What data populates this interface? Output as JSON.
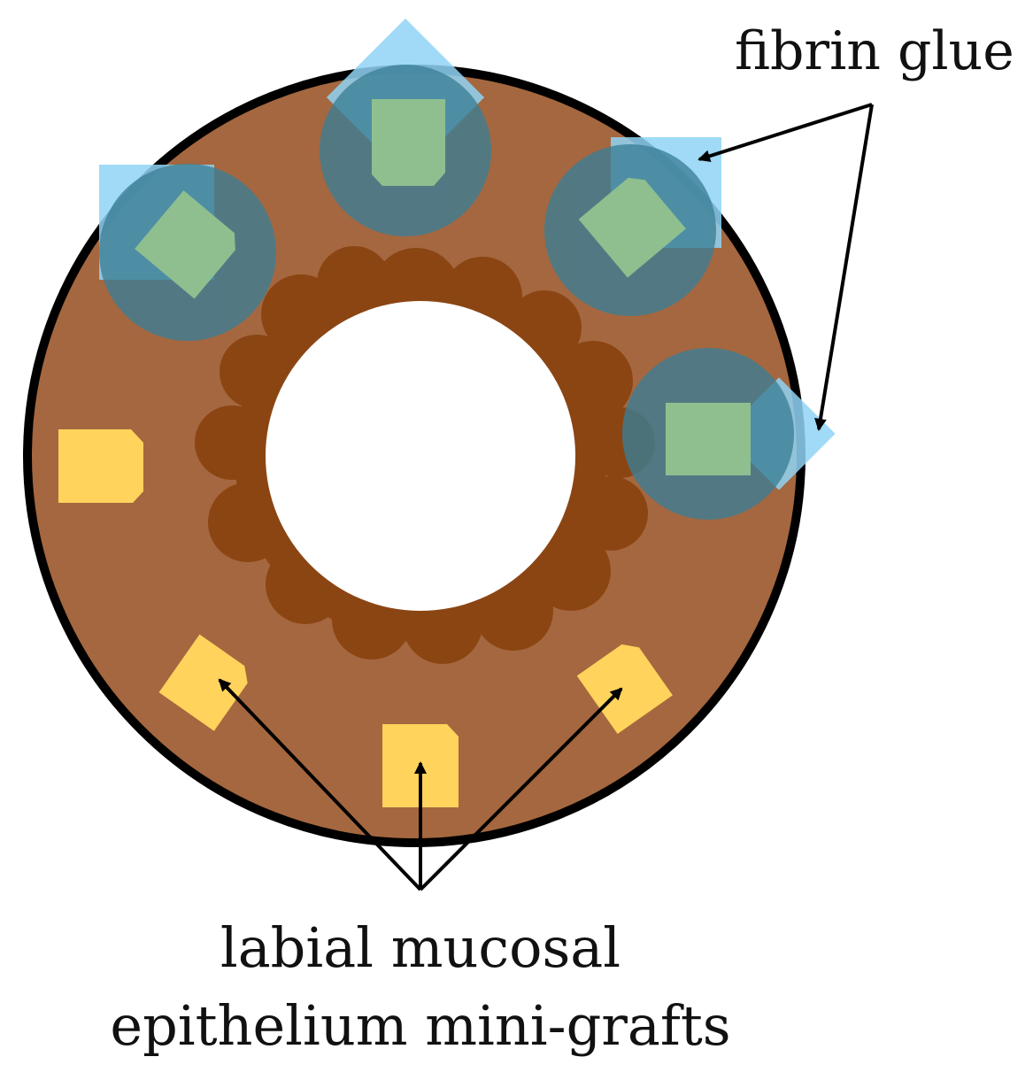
{
  "labels": {
    "fibrin_glue": "fibrin glue",
    "grafts_line1": "labial mucosal",
    "grafts_line2": "epithelium mini-grafts"
  },
  "colors": {
    "background": "#ffffff",
    "ring_fill": "#a5673f",
    "ring_border": "#000000",
    "inner_tissue": "#8b4513",
    "lumen": "#ffffff",
    "graft_yellow": "#ffd35c",
    "graft_green": "#8fbf8f",
    "glue_blue": "#8fd3f4",
    "glue_dark_circle": "#3b7f96"
  },
  "legend": {
    "grafts_label_target": "yellow mini-grafts (uncovered)",
    "glue_label_target": "blue glue over green mini-grafts"
  }
}
